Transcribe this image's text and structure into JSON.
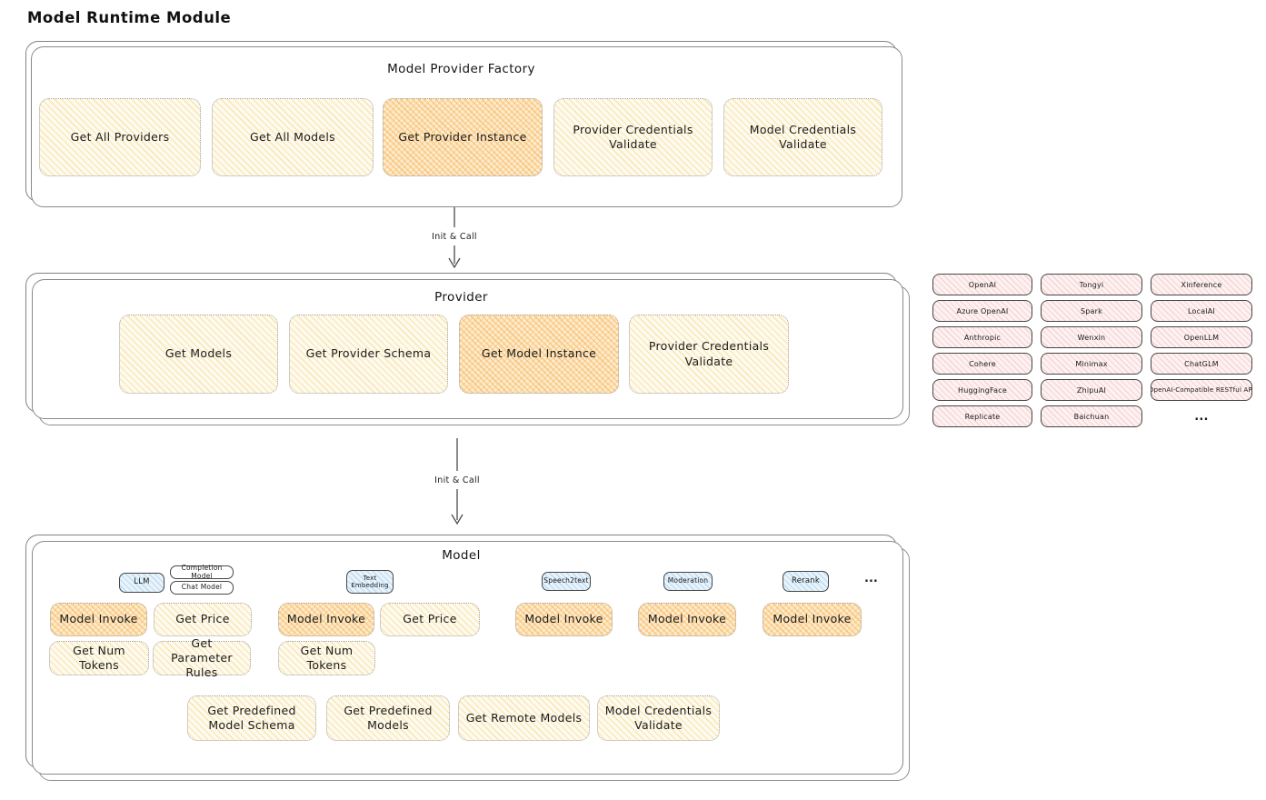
{
  "page_title": "Model Runtime Module",
  "colors": {
    "yellow_fill": "#fefaef",
    "orange_fill": "#fdeccb",
    "pink_fill": "#fdf1f1",
    "blue_fill": "#e8f3fb",
    "container_border": "#828282"
  },
  "factory": {
    "title": "Model Provider Factory",
    "boxes": [
      {
        "label": "Get All Providers",
        "variant": "yellow"
      },
      {
        "label": "Get All Models",
        "variant": "yellow"
      },
      {
        "label": "Get Provider Instance",
        "variant": "orange"
      },
      {
        "label": "Provider Credentials Validate",
        "variant": "yellow"
      },
      {
        "label": "Model Credentials Validate",
        "variant": "yellow"
      }
    ]
  },
  "arrow1": {
    "label": "Init & Call"
  },
  "arrow2": {
    "label": "Init & Call"
  },
  "provider": {
    "title": "Provider",
    "boxes": [
      {
        "label": "Get Models",
        "variant": "yellow"
      },
      {
        "label": "Get Provider Schema",
        "variant": "yellow"
      },
      {
        "label": "Get Model Instance",
        "variant": "orange"
      },
      {
        "label": "Provider Credentials Validate",
        "variant": "yellow"
      }
    ]
  },
  "providers_grid": {
    "items": [
      "OpenAI",
      "Tongyi",
      "Xinference",
      "Azure OpenAI",
      "Spark",
      "LocalAI",
      "Anthropic",
      "Wenxin",
      "OpenLLM",
      "Cohere",
      "Minimax",
      "ChatGLM",
      "HuggingFace",
      "ZhipuAI",
      "OpenAI-Compatible RESTful API",
      "Replicate",
      "Baichuan",
      "..."
    ]
  },
  "model": {
    "title": "Model",
    "tags": {
      "llm": "LLM",
      "completion": "Completion Model",
      "chat": "Chat Model",
      "text_embedding": "Text Embedding",
      "speech2text": "Speech2text",
      "moderation": "Moderation",
      "rerank": "Rerank",
      "more": "..."
    },
    "llm_group": {
      "invoke": "Model Invoke",
      "price": "Get Price",
      "num_tokens": "Get Num Tokens",
      "param_rules": "Get Parameter Rules"
    },
    "embedding_group": {
      "invoke": "Model Invoke",
      "price": "Get Price",
      "num_tokens": "Get Num Tokens"
    },
    "speech_group": {
      "invoke": "Model Invoke"
    },
    "moderation_group": {
      "invoke": "Model Invoke"
    },
    "rerank_group": {
      "invoke": "Model Invoke"
    },
    "common": [
      "Get Predefined Model Schema",
      "Get Predefined Models",
      "Get Remote Models",
      "Model Credentials Validate"
    ]
  }
}
